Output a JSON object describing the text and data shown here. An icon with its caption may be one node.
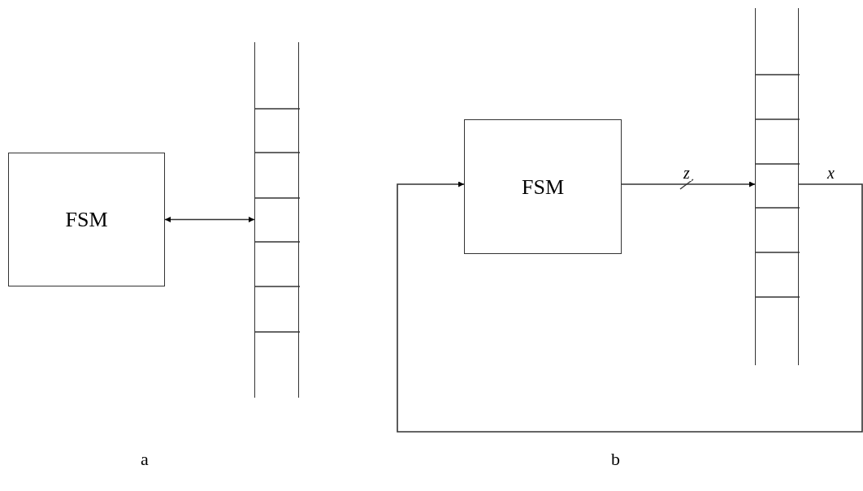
{
  "diagram": {
    "nodes": [
      {
        "text": [
          "FSM"
        ]
      },
      {
        "text": [],
        "shape": "tape"
      },
      {
        "text": [
          "FSM"
        ]
      },
      {
        "text": [],
        "shape": "tape"
      }
    ],
    "edges": [
      {
        "from": 0,
        "to": 1,
        "arrow": "both"
      },
      {
        "from": 2,
        "to": 3,
        "arrow": "to",
        "label": "z"
      },
      {
        "from": 3,
        "to": 2,
        "arrow": "to",
        "label": "x"
      }
    ],
    "labels": [
      "a",
      "b"
    ]
  }
}
